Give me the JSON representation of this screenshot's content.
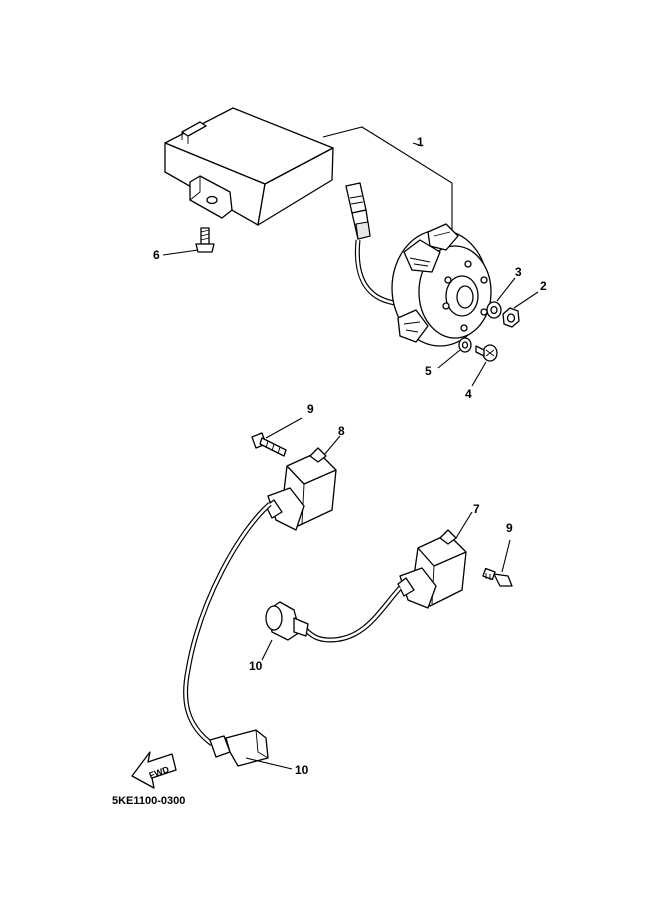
{
  "callouts": [
    "1",
    "2",
    "3",
    "4",
    "5",
    "6",
    "7",
    "8",
    "9",
    "9",
    "10",
    "10"
  ],
  "fwd_label": "FWD",
  "diagram_code": "5KE1100-0300"
}
